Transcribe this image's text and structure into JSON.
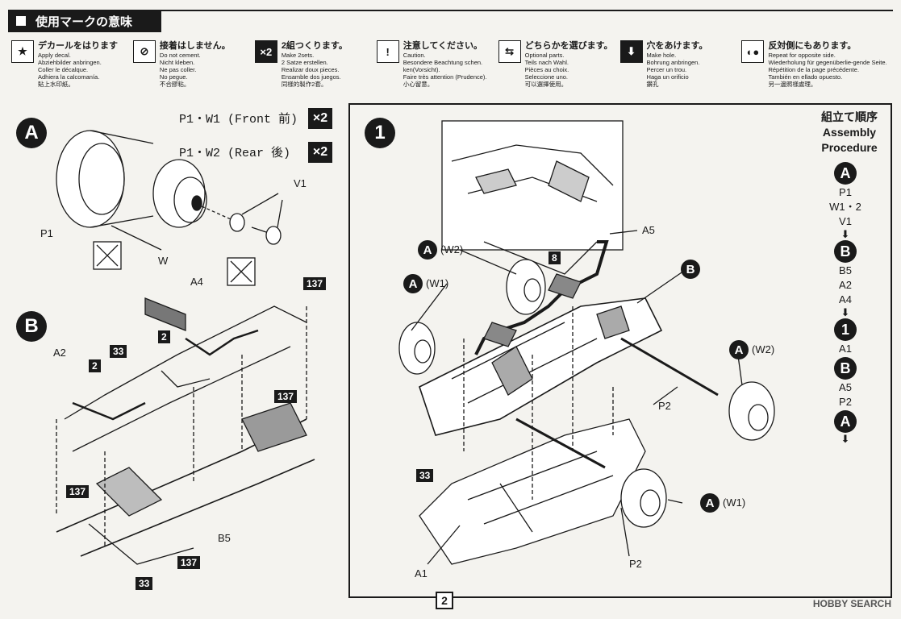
{
  "header": {
    "title": "使用マークの意味"
  },
  "legend": [
    {
      "icon": "decal-icon",
      "glyph": "★",
      "title": "デカールをはります",
      "lines": [
        "Apply decal.",
        "Abziehbilder anbringen.",
        "Coller le décalque.",
        "Adhiera la calcomanía.",
        "貼上水印紙。"
      ]
    },
    {
      "icon": "no-cement-icon",
      "glyph": "⊘",
      "title": "接着はしません。",
      "lines": [
        "Do not cement.",
        "Nicht kleben.",
        "Ne pas coller.",
        "No pegue.",
        "不合膠粘。"
      ]
    },
    {
      "icon": "make-2-sets-icon",
      "glyph": "×2",
      "title": "2組つくります。",
      "lines": [
        "Make 2sets.",
        "2 Satze erstellen.",
        "Realizar doux pieces.",
        "Ensamble dos juegos.",
        "同樣的製作2套。"
      ]
    },
    {
      "icon": "caution-icon",
      "glyph": "!",
      "title": "注意してください。",
      "lines": [
        "Caution.",
        "Besondere Beachtung schen.",
        "ken(Vorsicht).",
        "Faire très attention (Prudence).",
        "小心留意。"
      ]
    },
    {
      "icon": "optional-parts-icon",
      "glyph": "⇆",
      "title": "どちらかを選びます。",
      "lines": [
        "Optional parts.",
        "Teils nach Wahl.",
        "Pièces au choix.",
        "Seleccione uno.",
        "可以選擇使用。"
      ]
    },
    {
      "icon": "make-hole-icon",
      "glyph": "⬇",
      "title": "穴をあけます。",
      "lines": [
        "Make hole.",
        "Bohrung anbringen.",
        "Percer un trou.",
        "Haga un orificio",
        "鑽孔"
      ]
    },
    {
      "icon": "opposite-side-icon",
      "glyph": "◐●",
      "title": "反対側にもあります。",
      "lines": [
        "Repeat for opposite side.",
        "Wiederholung für gegenüberlie-gende Seite.",
        "Répétition de la page précédente.",
        "También en ellado opuesto.",
        "另一邊照樣處理。"
      ]
    }
  ],
  "step_a": {
    "badge": "A",
    "lines": [
      {
        "text": "P1・W1 (Front 前)",
        "mult": "×2"
      },
      {
        "text": "P1・W2 (Rear 後)",
        "mult": "×2"
      }
    ],
    "labels": {
      "p1": "P1",
      "w": "W",
      "v1": "V1"
    }
  },
  "step_b": {
    "badge": "B",
    "labels": {
      "a4": "A4",
      "a2": "A2",
      "b5": "B5"
    },
    "numbers": [
      "137",
      "2",
      "33",
      "2",
      "137",
      "137",
      "137",
      "33"
    ]
  },
  "step_1": {
    "badge": "1",
    "labels": {
      "a5": "A5",
      "p2a": "P2",
      "p2b": "P2",
      "a1": "A1"
    },
    "callouts": [
      {
        "badge": "A",
        "text": "(W2)"
      },
      {
        "badge": "A",
        "text": "(W1)"
      },
      {
        "badge": "A",
        "text": "(W2)"
      },
      {
        "badge": "A",
        "text": "(W1)"
      }
    ],
    "b_badge": "B",
    "numbers": [
      "8",
      "33"
    ]
  },
  "procedure": {
    "title_jp": "組立て順序",
    "title_en1": "Assembly",
    "title_en2": "Procedure",
    "steps": [
      {
        "badge": "A",
        "parts": [
          "P1",
          "W1・2",
          "V1"
        ]
      },
      {
        "badge": "B",
        "parts": [
          "B5",
          "A2",
          "A4"
        ]
      },
      {
        "badge": "1",
        "parts": [
          "A1"
        ]
      },
      {
        "badge": "B",
        "parts": [
          "A5",
          "P2"
        ]
      },
      {
        "badge": "A",
        "parts": []
      }
    ],
    "arrow": "⬇"
  },
  "page_number": "2",
  "watermark": "HOBBY SEARCH"
}
